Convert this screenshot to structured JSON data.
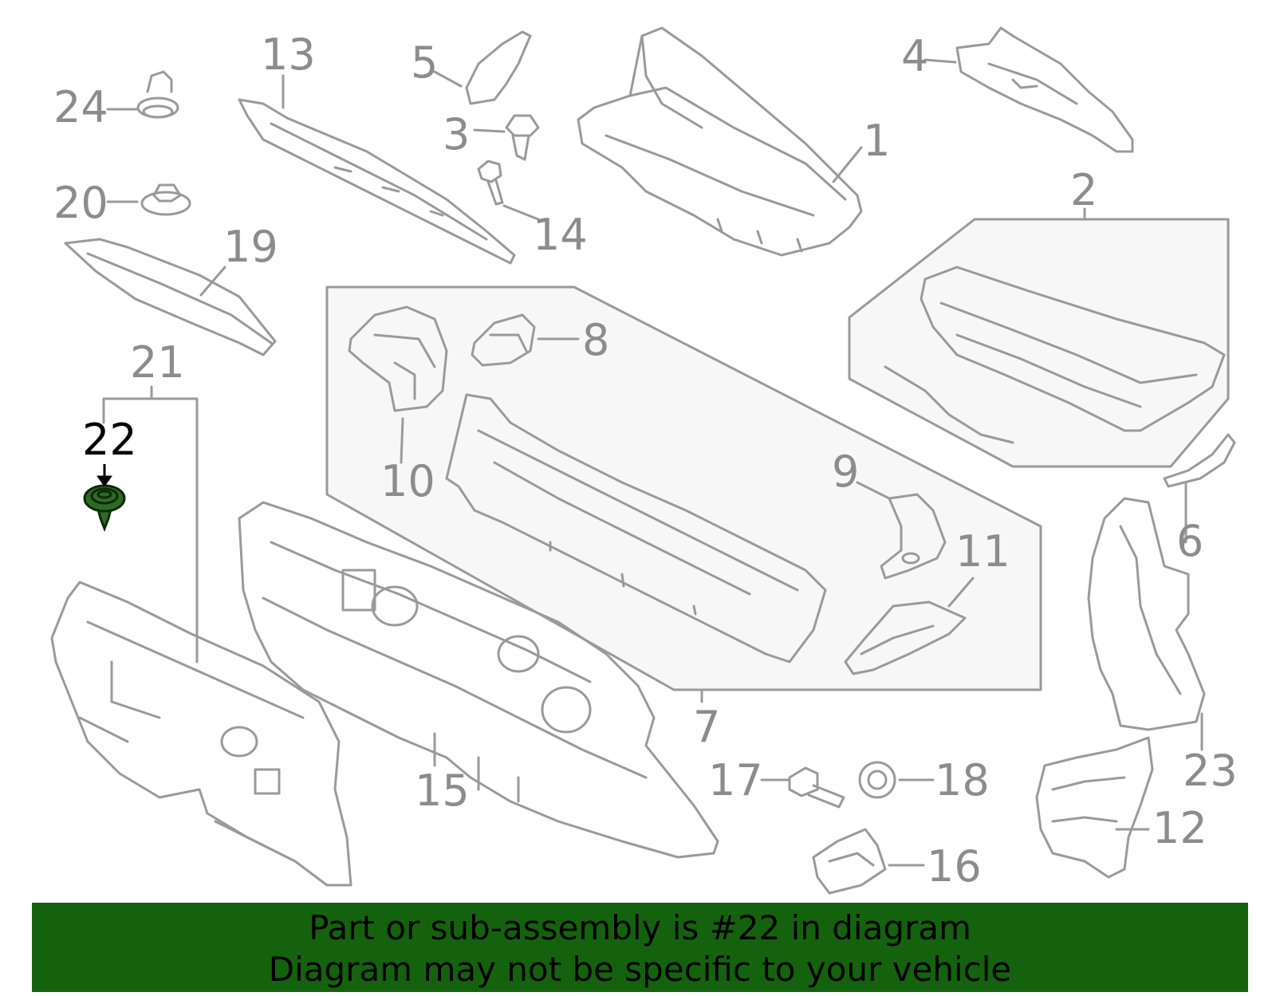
{
  "callouts": {
    "c1": "1",
    "c2": "2",
    "c3": "3",
    "c4": "4",
    "c5": "5",
    "c6": "6",
    "c7": "7",
    "c8": "8",
    "c9": "9",
    "c10": "10",
    "c11": "11",
    "c12": "12",
    "c13": "13",
    "c14": "14",
    "c15": "15",
    "c16": "16",
    "c17": "17",
    "c18": "18",
    "c19": "19",
    "c20": "20",
    "c21": "21",
    "c22": "22",
    "c23": "23",
    "c24": "24"
  },
  "highlight_part": "22",
  "banner": {
    "line1": "Part or sub-assembly is #22 in diagram",
    "line2": "Diagram may not be specific to your vehicle"
  },
  "colors": {
    "line": "#9a9a9a",
    "highlight_fill": "#2e6b22",
    "banner_bg": "#14620d",
    "group_bg": "#f7f7f7"
  }
}
